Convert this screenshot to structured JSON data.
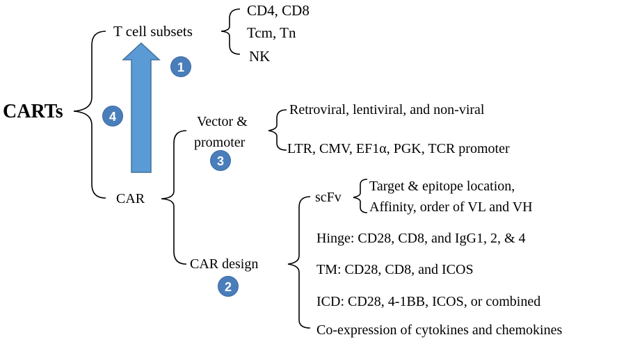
{
  "root": {
    "label": "CARTs"
  },
  "t_cell_subsets": {
    "label": "T cell subsets",
    "items": [
      "CD4, CD8",
      "Tcm, Tn",
      "NK"
    ]
  },
  "car": {
    "label": "CAR"
  },
  "vector_promoter": {
    "label_line1": "Vector &",
    "label_line2": "promoter",
    "items": [
      "Retroviral, lentiviral, and non-viral",
      "LTR, CMV, EF1α, PGK, TCR promoter"
    ]
  },
  "car_design": {
    "label": "CAR design",
    "scfv": {
      "label": "scFv",
      "items": [
        "Target & epitope location,",
        "Affinity, order of VL and VH"
      ]
    },
    "items": [
      "Hinge: CD28, CD8, and IgG1, 2, & 4",
      "TM: CD28, CD8, and ICOS",
      "ICD: CD28, 4-1BB, ICOS, or combined",
      "Co-expression of cytokines and chemokines"
    ]
  },
  "badges": [
    "1",
    "2",
    "3",
    "4"
  ],
  "colors": {
    "arrow_fill": "#5b9bd5",
    "arrow_stroke": "#41719c",
    "badge_fill": "#4a7ebb",
    "bracket": "#000000"
  }
}
